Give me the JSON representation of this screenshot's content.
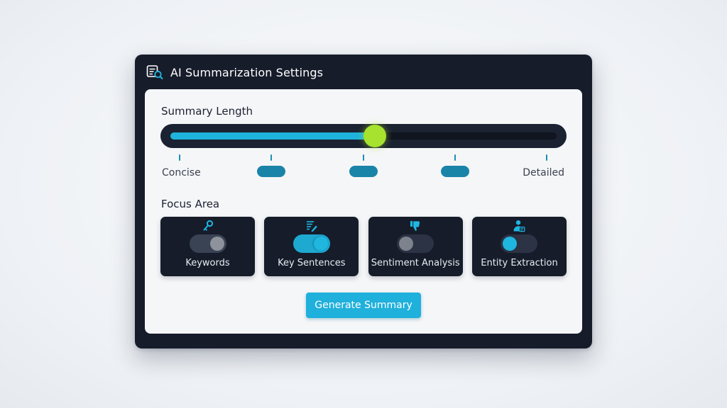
{
  "window": {
    "title": "AI Summarization Settings",
    "title_icon": "document-search-icon"
  },
  "summary_length": {
    "label": "Summary Length",
    "value_fraction": 0.53,
    "min_label": "Concise",
    "max_label": "Detailed",
    "tick_count": 5
  },
  "focus_area": {
    "label": "Focus Area",
    "options": [
      {
        "label": "Keywords",
        "icon": "key-icon",
        "state": "off"
      },
      {
        "label": "Key Sentences",
        "icon": "document-edit-icon",
        "state": "on"
      },
      {
        "label": "Sentiment Analysis",
        "icon": "thumbs-down-icon",
        "state": "off"
      },
      {
        "label": "Entity Extraction",
        "icon": "user-id-icon",
        "state": "on"
      }
    ]
  },
  "actions": {
    "generate_label": "Generate Summary"
  },
  "colors": {
    "accent": "#1fb0dc",
    "thumb": "#a6e22e",
    "window_bg": "#161c2a",
    "panel_bg": "#f5f6f8"
  }
}
